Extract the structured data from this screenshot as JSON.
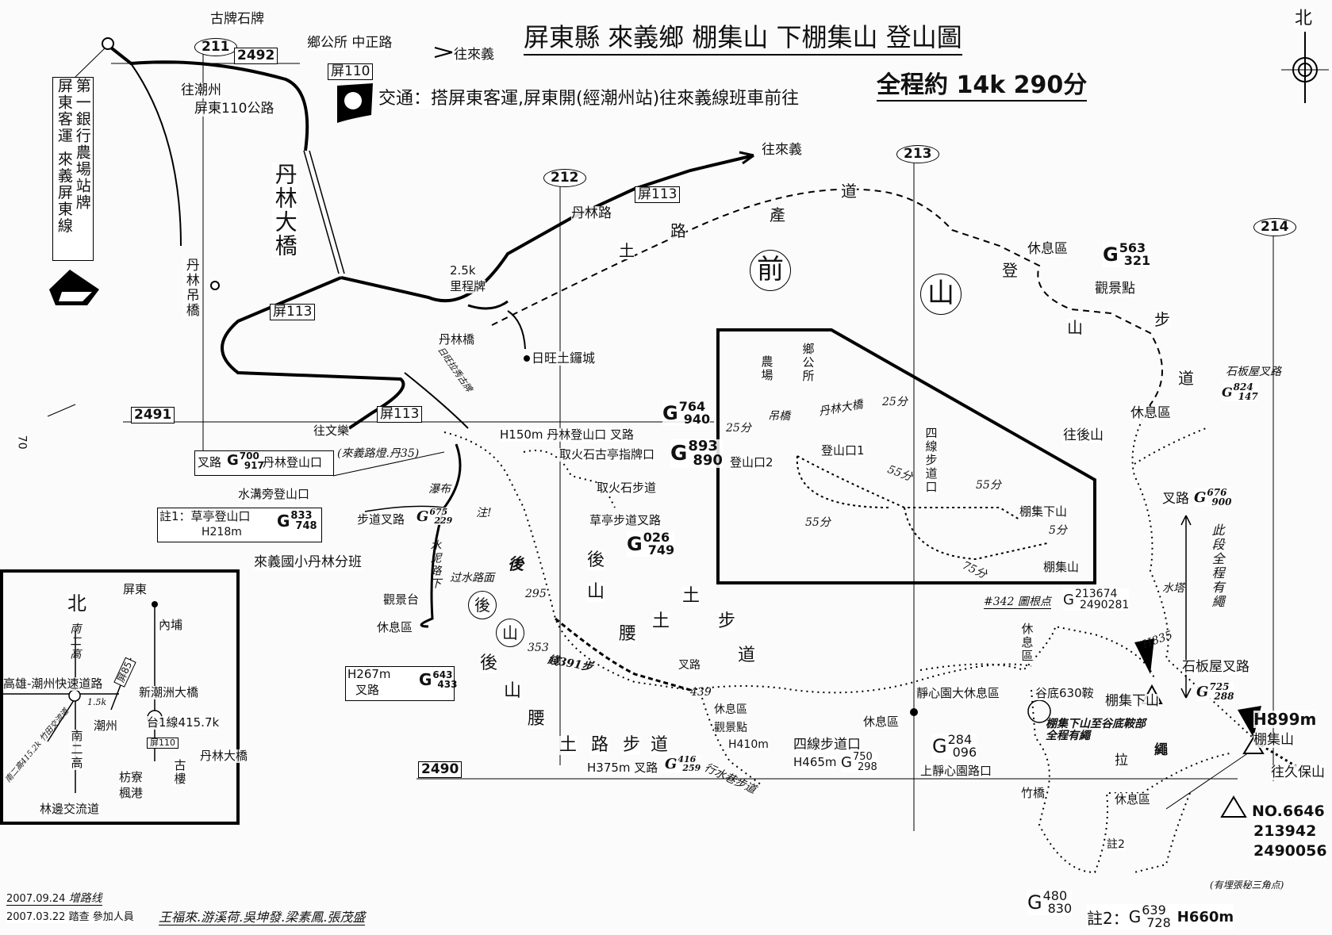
{
  "header": {
    "title": "屏東縣 來義鄉  棚集山  下棚集山  登山圖",
    "summary": "全程約 14k  290分",
    "north": "北"
  },
  "transport": {
    "text": "交通：搭屏東客運,屏東開(經潮州站)往來義線班車前往"
  },
  "busstop": {
    "col1": "第一銀行農場站牌",
    "col2": "屏東客運  來義屏東線"
  },
  "roads": {
    "r211": "211",
    "r212": "212",
    "r213": "213",
    "r214": "214",
    "r2492": "2492",
    "r2491": "2491",
    "r2490": "2490",
    "p110": "屏110",
    "p113a": "屏113",
    "p113b": "屏113",
    "p113c": "屏113"
  },
  "labels": {
    "gupai": "古牌石牌",
    "xianggongsuo": "鄉公所  中正路",
    "to_laiyi_1": "往來義",
    "to_chaozhou": "往潮州",
    "pd110": "屏東110公路",
    "danlin_bridge": "丹林大橋",
    "danlin_suspension": "丹林吊橋",
    "to_laiyi_2": "往來義",
    "danlin_road": "丹林路",
    "milestone_k": "2.5k",
    "milestone": "里程牌",
    "danlin_qiao": "丹林橋",
    "riwang": "日旺土鑼城",
    "riwang_hand": "日旺拉秀古牌",
    "to_wenle": "往文樂",
    "qian": "前",
    "shan_circle": "山",
    "c_tu": "土",
    "c_lu": "路",
    "c_chan": "產",
    "c_dao": "道",
    "c_deng": "登",
    "c_shan": "山",
    "c_bu": "步",
    "c_dao2": "道",
    "rest1": "休息區",
    "viewpoint1": "觀景點",
    "stonehouse_hand": "石板屋叉路",
    "rest2": "休息區",
    "to_back": "往後山",
    "fork676": "叉路",
    "rope_all": "此段全程有繩",
    "water_tower": "水塔",
    "h835": "H835",
    "stonehouse_fork": "石板屋叉路",
    "xia_peak": "棚集下山",
    "h899": "H899m",
    "peak": "棚集山",
    "to_jiubao": "往久保山",
    "no6646": "NO.6646",
    "coord_x": "213942",
    "coord_y": "2490056",
    "bamboo_bridge": "竹橋",
    "rest3": "休息區",
    "note2_mark": "註2",
    "la": "拉",
    "sheng": "繩",
    "rope_note": "棚集下山至谷底鞍部 全程有繩",
    "valley_saddle": "谷底630鞍",
    "jingxin_rest": "靜心園大休息區",
    "rest_v": "休息區",
    "benchmark": "#342 圖根点",
    "upper_jingxin": "上靜心園路口",
    "rest4": "休息區",
    "four_line": "四線步道口",
    "h465": "H465m",
    "h375": "H375m 叉路",
    "xingshui": "行水巷步道",
    "h410": "H410m",
    "viewpoint2": "觀景點",
    "rest5": "休息區",
    "n439": "439",
    "fork_g": "叉路",
    "hou1": "後",
    "shan1": "山",
    "yao1": "腰",
    "tu1": "土",
    "tu2": "土",
    "bu1": "步",
    "dao1": "道",
    "hou2": "後",
    "shan2": "山",
    "yao2": "腰",
    "tu3": "土",
    "lu3": "路",
    "bu3": "步",
    "dao3": "道",
    "hou_circle": "後",
    "shan_circle2": "山",
    "hou_hand": "後",
    "route391": "綫391步",
    "n295": "295",
    "n353": "353",
    "lookout": "觀景台",
    "rest6": "休息區",
    "h267": "H267m",
    "h267fork": "叉路",
    "school": "來義國小丹林分班",
    "note1": "註1：草亭登山口",
    "h218": "H218m",
    "trail_fork": "步道叉路",
    "ditch_entry": "水溝旁登山口",
    "fork700": "叉路",
    "danlin_entry": "丹林登山口",
    "streetlight": "(來義路燈.丹35)",
    "h150": "H150m 丹林登山口 叉路",
    "fire_pavilion": "取火石古亭指牌口",
    "fire_trail": "取火石步道",
    "pavilion_fork": "草亭步道叉路",
    "waterfall": "瀑布",
    "caution": "注!",
    "cement": "水泥路下",
    "ford": "过水路面",
    "page_no": "70"
  },
  "gpoints": {
    "g563": {
      "prefix": "G",
      "top": "563",
      "bottom": "321"
    },
    "g824": {
      "prefix": "G",
      "top": "824",
      "bottom": "147"
    },
    "g676": {
      "prefix": "G",
      "top": "676",
      "bottom": "900"
    },
    "g725": {
      "prefix": "G",
      "top": "725",
      "bottom": "288"
    },
    "g213674": {
      "prefix": "G",
      "top": "213674",
      "bottom": "2490281"
    },
    "g284": {
      "prefix": "G",
      "top": "284",
      "bottom": "096"
    },
    "g750": {
      "prefix": "G",
      "top": "750",
      "bottom": "298"
    },
    "g416": {
      "prefix": "G",
      "top": "416",
      "bottom": "259"
    },
    "g643": {
      "prefix": "G",
      "top": "643",
      "bottom": "433"
    },
    "g833": {
      "prefix": "G",
      "top": "833",
      "bottom": "748"
    },
    "g675": {
      "prefix": "G",
      "top": "675",
      "bottom": "229"
    },
    "g700": {
      "prefix": "G",
      "top": "700",
      "bottom": "917"
    },
    "g764": {
      "prefix": "G",
      "top": "764",
      "bottom": "940"
    },
    "g893": {
      "prefix": "G",
      "top": "893",
      "bottom": "890"
    },
    "g026": {
      "prefix": "G",
      "top": "026",
      "bottom": "749"
    },
    "g480": {
      "prefix": "G",
      "top": "480",
      "bottom": "830"
    },
    "g639": {
      "prefix": "G",
      "top": "639",
      "bottom": "728"
    }
  },
  "inset": {
    "farm": "農場",
    "office": "鄉公所",
    "suspension": "吊橋",
    "big_bridge": "丹林大橋",
    "t25a": "25分",
    "t25b": "25分",
    "entry2": "登山口2",
    "entry1": "登山口1",
    "t55a": "55分",
    "four_line": "四線步道口",
    "t55b": "55分",
    "t55c": "55分",
    "xia_peak": "棚集下山",
    "t5": "5分",
    "peak": "棚集山",
    "t75": "75分"
  },
  "locator": {
    "north": "北",
    "nan2gao_n": "南二高",
    "pingtung": "屏東",
    "neipu": "內埔",
    "expressway": "高雄-潮州快速道路",
    "p85": "屏85",
    "xinchaozhou": "新潮洲大橋",
    "dist": "1.5k",
    "chaozhou": "潮州",
    "tai1": "台1線415.7k",
    "nan2gao_s": "南二高",
    "p110": "屏110",
    "danlin": "丹林大橋",
    "gulou": "古樓",
    "fangliao": "枋寮",
    "fenggang": "楓港",
    "linbian": "林邊交流道",
    "zhutian": "南二高415.2k 竹田交流道"
  },
  "footer": {
    "date1": "2007.09.24",
    "note1": "增路线",
    "date2": "2007.03.22",
    "note2": "踏查 參加人員",
    "members": "王福來.游溪荷.吳坤發.梁素鳳.張茂盛",
    "note2_label": "註2：",
    "h660": "H660m",
    "triangle_note": "(有埋張秘三角点)"
  }
}
